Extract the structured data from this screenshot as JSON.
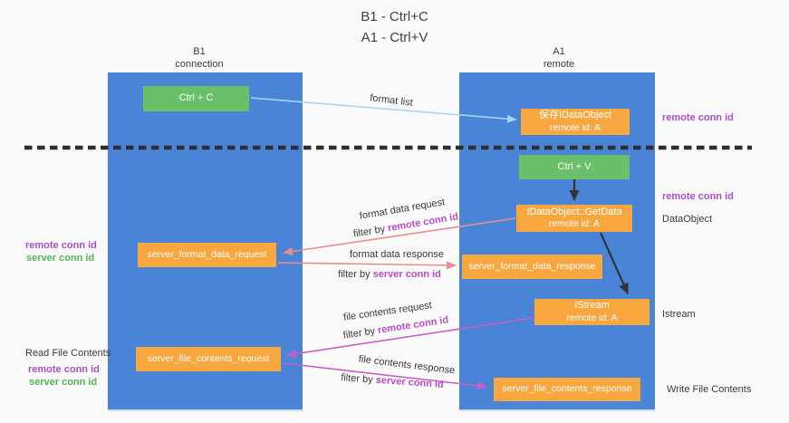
{
  "title": {
    "line1": "B1 - Ctrl+C",
    "line2": "A1 - Ctrl+V"
  },
  "lanes": {
    "left": {
      "title": "B1",
      "subtitle": "connection"
    },
    "right": {
      "title": "A1",
      "subtitle": "remote"
    }
  },
  "nodes": {
    "ctrl_c": "Ctrl + C",
    "ctrl_v": "Ctrl + V",
    "save_idataobject": {
      "line1": "保存IDataObject",
      "line2": "remote id: A"
    },
    "getdata": {
      "line1": "IDataObject::GetData",
      "line2": "remote id: A"
    },
    "istream": {
      "line1": "IStream",
      "line2": "remote id: A"
    },
    "server_format_data_request": "server_format_data_request",
    "server_format_data_response": "server_format_data_response",
    "server_file_contents_request": "server_file_contents_request",
    "server_file_contents_response": "server_file_contents_response"
  },
  "arrow_labels": {
    "format_list": "format list",
    "format_data_request": "format data request",
    "format_data_response": "format data response",
    "file_contents_request": "file contents request",
    "file_contents_response": "file contents response",
    "filter_prefix": "filter by ",
    "remote_conn_id": "remote conn id",
    "server_conn_id": "server conn id"
  },
  "side_labels": {
    "right_remote_conn_id_top": "remote conn id",
    "right_remote_conn_id_mid": "remote conn id",
    "right_dataobject": "DataObject",
    "right_istream": "Istream",
    "right_write_file_contents": "Write File Contents",
    "left_remote_conn_id_top": "remote conn id",
    "left_server_conn_id_top": "server conn id",
    "left_read_file_contents": "Read File Contents",
    "left_remote_conn_id_bottom": "remote conn id",
    "left_server_conn_id_bottom": "server conn id"
  },
  "colors": {
    "lane_blue": "#4a84d7",
    "box_orange": "#f7a73e",
    "box_green": "#6abf69",
    "arrow_light_blue": "#aad4f2",
    "arrow_salmon": "#e98c8c",
    "arrow_magenta": "#c75fc7",
    "arrow_black": "#333333",
    "text_purple": "#a94fc9",
    "text_green": "#52b356",
    "dashed_divider": "#2e2e2e",
    "background": "#fafafa"
  }
}
